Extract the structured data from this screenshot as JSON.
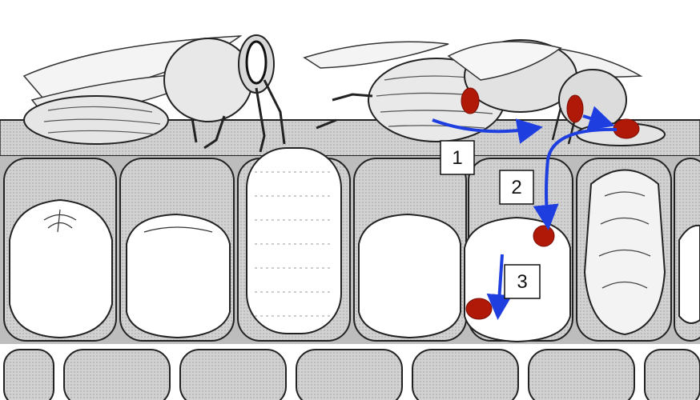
{
  "diagram": {
    "steps": [
      {
        "label": "1"
      },
      {
        "label": "2"
      },
      {
        "label": "3"
      }
    ],
    "colors": {
      "arrow": "#1e3ee0",
      "mite": "#b01808",
      "outline": "#222222",
      "cell_fill": "#d6d6d6",
      "brood": "#ffffff"
    }
  }
}
